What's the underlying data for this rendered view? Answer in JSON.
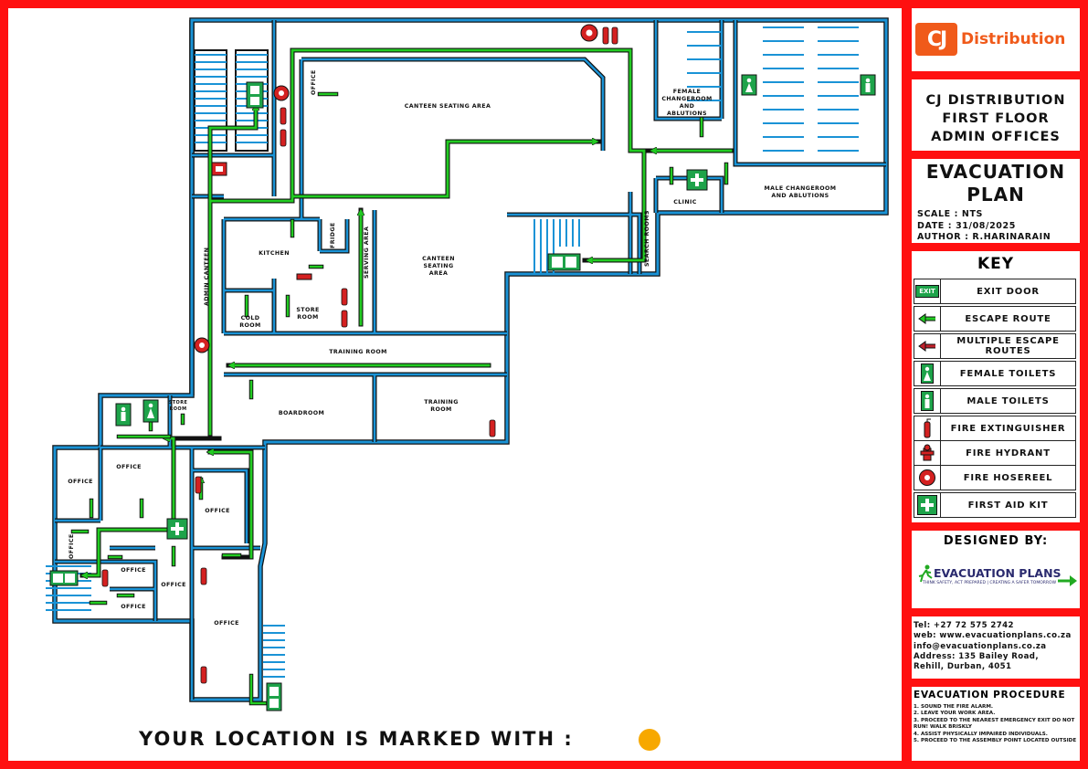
{
  "brand": {
    "logo_mark": "CJ",
    "logo_text": "Distribution",
    "color": "#f05a1a"
  },
  "plan_title": [
    "CJ DISTRIBUTION",
    "FIRST FLOOR",
    "ADMIN OFFICES"
  ],
  "evac_title": [
    "EVACUATION",
    "PLAN"
  ],
  "meta": {
    "scale": "SCALE : NTS",
    "date": "DATE : 31/08/2025",
    "author": "AUTHOR : R.HARINARAIN"
  },
  "key": {
    "title": "KEY",
    "items": [
      {
        "icon": "exit-door-icon",
        "label": "EXIT DOOR",
        "icon_text": "EXIT"
      },
      {
        "icon": "escape-route-icon",
        "label": "ESCAPE ROUTE"
      },
      {
        "icon": "multiple-escape-routes-icon",
        "label": "MULTIPLE ESCAPE ROUTES"
      },
      {
        "icon": "female-toilet-icon",
        "label": "FEMALE TOILETS"
      },
      {
        "icon": "male-toilet-icon",
        "label": "MALE TOILETS"
      },
      {
        "icon": "fire-extinguisher-icon",
        "label": "FIRE EXTINGUISHER"
      },
      {
        "icon": "fire-hydrant-icon",
        "label": "FIRE HYDRANT"
      },
      {
        "icon": "fire-hosereel-icon",
        "label": "FIRE HOSEREEL"
      },
      {
        "icon": "first-aid-kit-icon",
        "label": "FIRST AID KIT"
      }
    ]
  },
  "designed_by": {
    "title": "DESIGNED BY:",
    "company": "EVACUATION PLANS",
    "tagline": "THINK SAFETY, ACT PREPARED | CREATING A SAFER TOMORROW"
  },
  "contact": [
    "Tel: +27 72 575 2742",
    "web: www.evacuationplans.co.za",
    "info@evacuationplans.co.za",
    "Address: 135 Bailey Road,",
    "Rehill, Durban, 4051"
  ],
  "procedure": {
    "title": "EVACUATION PROCEDURE",
    "steps": [
      "1. SOUND THE FIRE ALARM.",
      "2. LEAVE YOUR WORK AREA.",
      "3. PROCEED TO THE NEAREST EMERGENCY EXIT DO NOT RUN! WALK BRISKLY",
      "4. ASSIST PHYSICALLY IMPAIRED INDIVIDUALS.",
      "5. PROCEED TO THE ASSEMBLY POINT LOCATED OUTSIDE"
    ]
  },
  "location_note": "YOUR LOCATION IS MARKED WITH :",
  "rooms": {
    "office_top": "OFFICE",
    "canteen_seating_top": "CANTEEN SEATING AREA",
    "female_change": "FEMALE CHANGEROOM AND ABLUTIONS",
    "male_change": "MALE CHANGEROOM AND ABLUTIONS",
    "clinic": "CLINIC",
    "search_rooms": "SEARCH ROOMS",
    "kitchen": "KITCHEN",
    "fridge": "FRIDGE",
    "serving_area": "SERVING AREA",
    "canteen_seating_mid": "CANTEEN SEATING AREA",
    "admin_canteen": "ADMIN CANTEEN",
    "cold_room": "COLD ROOM",
    "store_room": "STORE ROOM",
    "training_room_1": "TRAINING ROOM",
    "training_room_2": "TRAINING ROOM",
    "boardroom": "BOARDROOM",
    "store_room_small": "STORE ROOM",
    "office_1": "OFFICE",
    "office_2": "OFFICE",
    "office_3": "OFFICE",
    "office_4": "OFFICE",
    "office_5": "OFFICE",
    "office_6": "OFFICE",
    "office_7": "OFFICE",
    "office_8": "OFFICE"
  },
  "colors": {
    "wall": "#1a93d6",
    "route": "#22cc22",
    "border": "#ff1010",
    "location": "#f7a800"
  }
}
